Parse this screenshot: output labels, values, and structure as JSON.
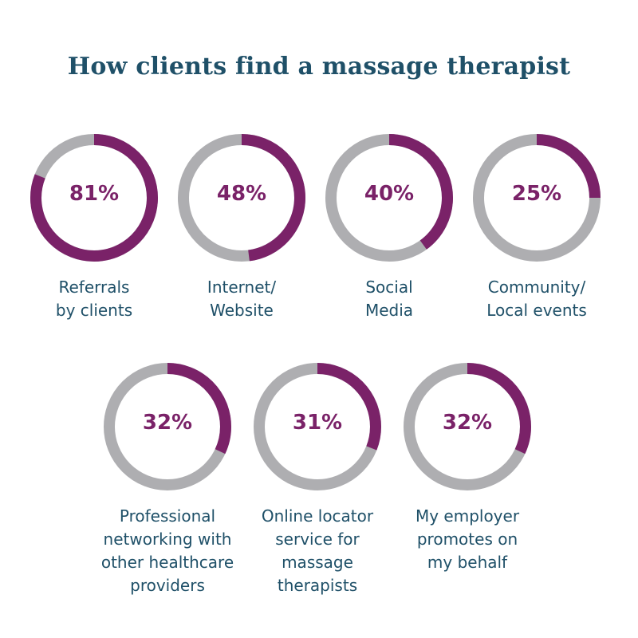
{
  "chart_data": {
    "type": "donut",
    "title": "How clients find a massage therapist",
    "unit": "%",
    "categories": [
      "Referrals\nby clients",
      "Internet/\nWebsite",
      "Social\nMedia",
      "Community/\nLocal events",
      "Professional\nnetworking with\nother healthcare\nproviders",
      "Online locator\nservice for\nmassage\ntherapists",
      "My employer\npromotes on\nmy behalf"
    ],
    "values": [
      81,
      48,
      40,
      25,
      32,
      31,
      32
    ],
    "value_labels": [
      "81%",
      "48%",
      "40%",
      "25%",
      "32%",
      "31%",
      "32%"
    ],
    "ylim": [
      0,
      100
    ],
    "colors": {
      "filled": "#7a2268",
      "remainder": "#aeaeb1",
      "value_text": "#7a2268",
      "label_text": "#1f5068",
      "title_text": "#1f5068"
    }
  }
}
